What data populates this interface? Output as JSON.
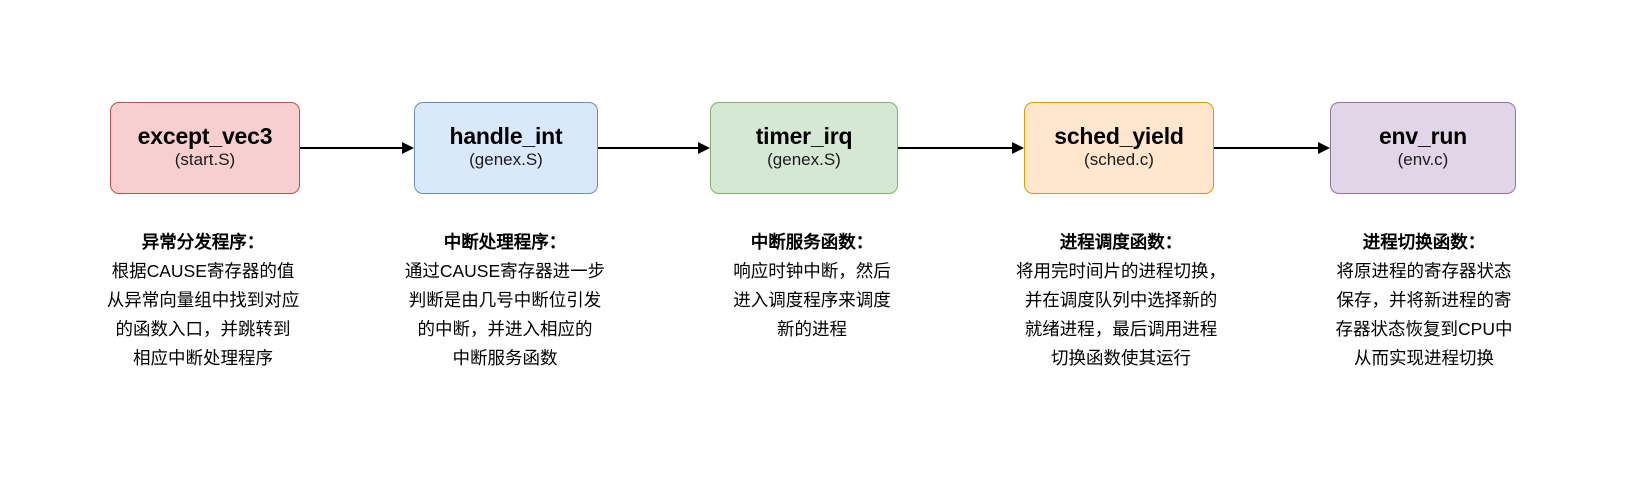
{
  "diagram": {
    "type": "flowchart",
    "direction": "left-to-right",
    "background": "#ffffff",
    "arrow_color": "#000000",
    "nodes": [
      {
        "id": "except_vec3",
        "fn": "except_vec3",
        "file": "(start.S)",
        "fill": "#f6cfce",
        "stroke": "#b85450"
      },
      {
        "id": "handle_int",
        "fn": "handle_int",
        "file": "(genex.S)",
        "fill": "#dae8fc",
        "stroke": "#6c8ebf"
      },
      {
        "id": "timer_irq",
        "fn": "timer_irq",
        "file": "(genex.S)",
        "fill": "#d5e8d4",
        "stroke": "#82b366"
      },
      {
        "id": "sched_yield",
        "fn": "sched_yield",
        "file": "(sched.c)",
        "fill": "#ffe6cc",
        "stroke": "#d79b00"
      },
      {
        "id": "env_run",
        "fn": "env_run",
        "file": "(env.c)",
        "fill": "#e1d5e7",
        "stroke": "#9673a6"
      }
    ],
    "edges": [
      {
        "from": "except_vec3",
        "to": "handle_int",
        "label": ""
      },
      {
        "from": "handle_int",
        "to": "timer_irq",
        "label": ""
      },
      {
        "from": "timer_irq",
        "to": "sched_yield",
        "label": ""
      },
      {
        "from": "sched_yield",
        "to": "env_run",
        "label": ""
      }
    ],
    "captions": [
      {
        "for": "except_vec3",
        "title": "异常分发程序：",
        "lines": [
          "根据CAUSE寄存器的值",
          "从异常向量组中找到对应",
          "的函数入口，并跳转到",
          "相应中断处理程序"
        ]
      },
      {
        "for": "handle_int",
        "title": "中断处理程序：",
        "lines": [
          "通过CAUSE寄存器进一步",
          "判断是由几号中断位引发",
          "的中断，并进入相应的",
          "中断服务函数"
        ]
      },
      {
        "for": "timer_irq",
        "title": "中断服务函数：",
        "lines": [
          "响应时钟中断，然后",
          "进入调度程序来调度",
          "新的进程"
        ]
      },
      {
        "for": "sched_yield",
        "title": "进程调度函数：",
        "lines": [
          "将用完时间片的进程切换，",
          "并在调度队列中选择新的",
          "就绪进程，最后调用进程",
          "切换函数使其运行"
        ]
      },
      {
        "for": "env_run",
        "title": "进程切换函数：",
        "lines": [
          "将原进程的寄存器状态",
          "保存，并将新进程的寄",
          "存器状态恢复到CPU中",
          "从而实现进程切换"
        ]
      }
    ]
  }
}
